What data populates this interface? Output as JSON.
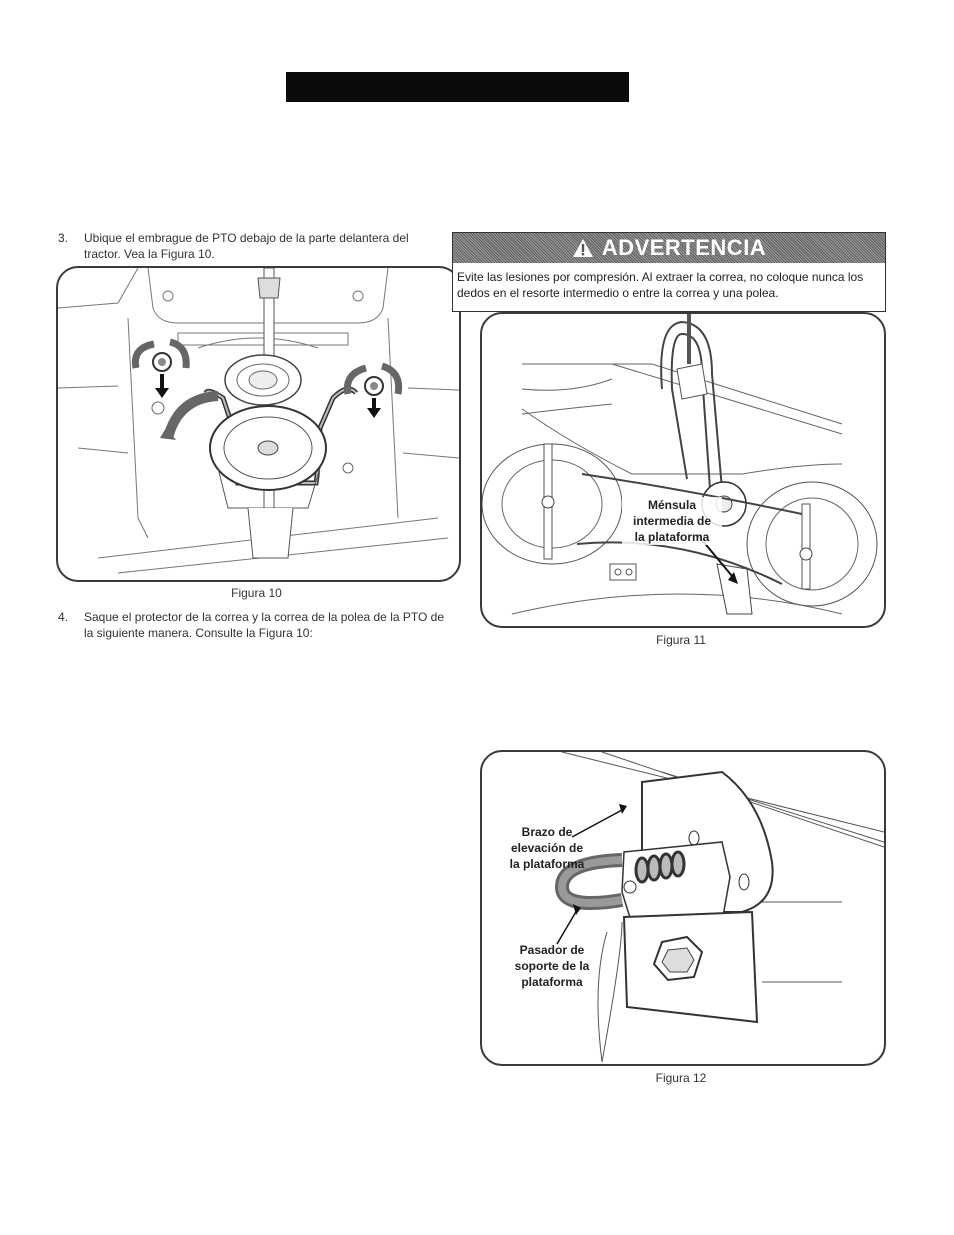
{
  "header": {
    "bar_color": "#0a0a0a"
  },
  "steps": [
    {
      "num": "3.",
      "text": "Ubique el embrague de PTO debajo de la parte delantera del tractor. Vea la Figura 10."
    },
    {
      "num": "4.",
      "text": "Saque el protector de la correa y la correa de la polea de la PTO de la siguiente manera. Consulte la Figura 10:"
    }
  ],
  "warning": {
    "icon": "warning-triangle-icon",
    "title": "ADVERTENCIA",
    "text": "Evite las lesiones por compresión. Al extraer la correa, no coloque nunca los dedos en el resorte intermedio o entre la correa y una polea."
  },
  "figures": {
    "fig10": {
      "caption": "Figura 10"
    },
    "fig11": {
      "caption": "Figura 11",
      "label_bracket": [
        "Ménsula",
        "intermedia de",
        "la plataforma"
      ]
    },
    "fig12": {
      "caption": "Figura 12",
      "label_arm": [
        "Brazo de",
        "elevación de",
        "la plataforma"
      ],
      "label_pin": [
        "Pasador de",
        "soporte de la",
        "plataforma"
      ]
    }
  }
}
